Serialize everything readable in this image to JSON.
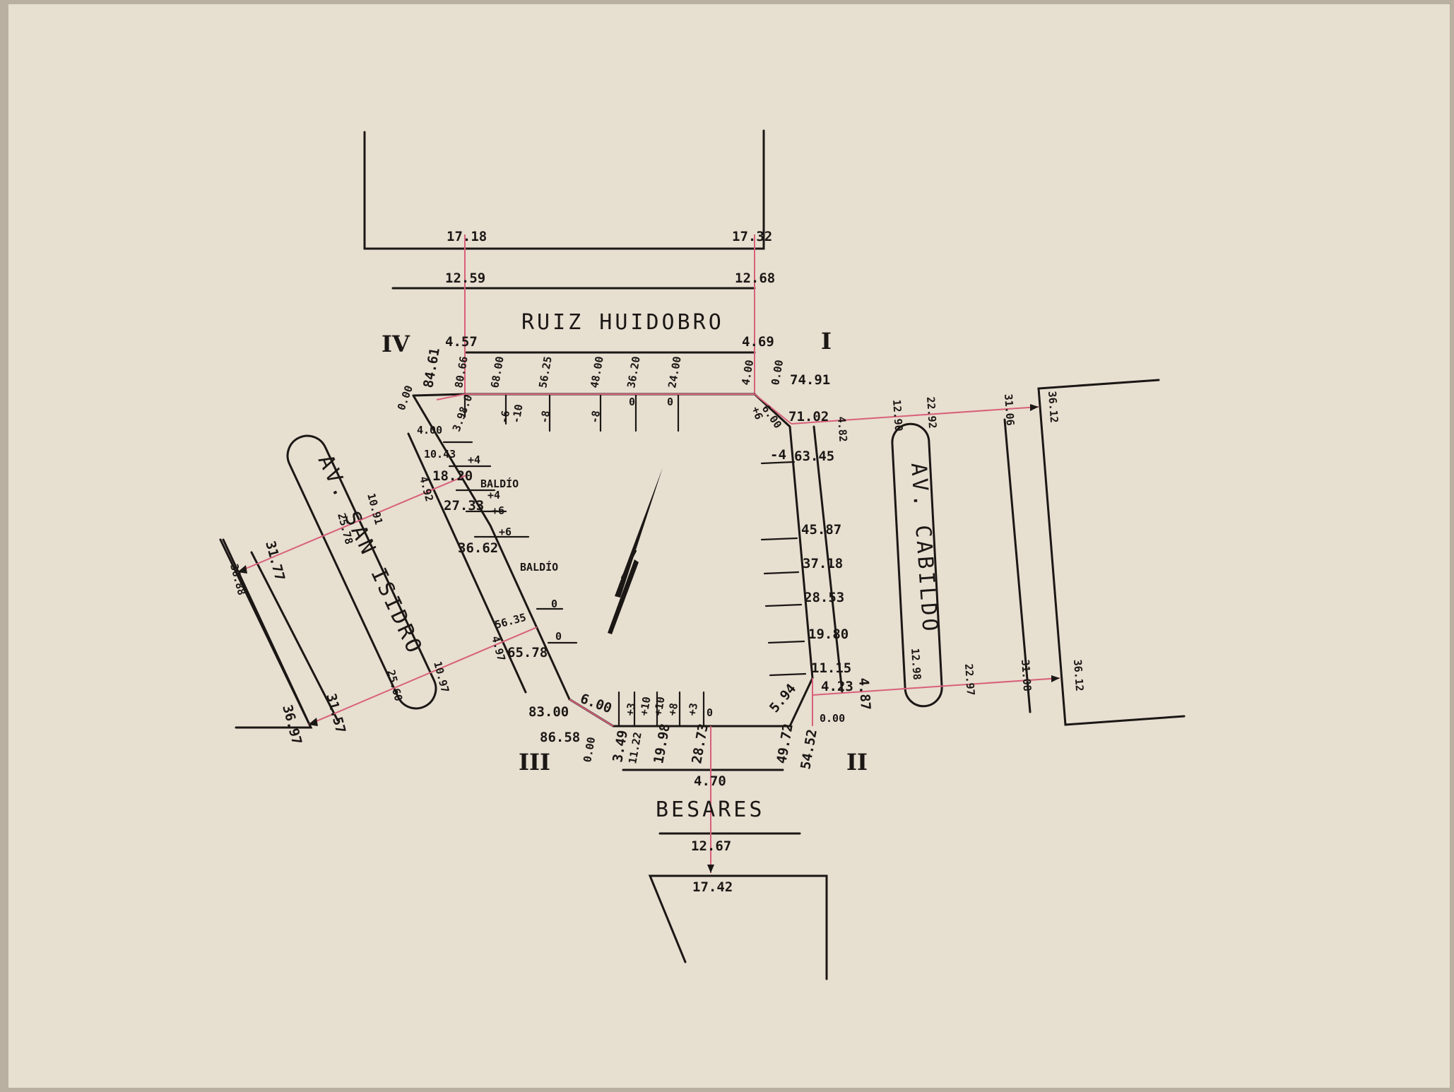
{
  "colors": {
    "paper": "#e7dfd0",
    "border": "#b9b0a2",
    "ink": "#1b1715",
    "survey_line": "#d8607a"
  },
  "streets": {
    "north": "RUIZ HUIDOBRO",
    "south": "BESARES",
    "west": "AV. SAN ISIDRO",
    "east": "AV. CABILDO"
  },
  "quadrants": {
    "q1": "I",
    "q2": "II",
    "q3": "III",
    "q4": "IV"
  },
  "lots": {
    "baldio_1": "BALDÍO",
    "baldio_2": "BALDÍO"
  },
  "north_arrow": "north-arrow-icon",
  "levels": {
    "north": {
      "n_17_18": "17.18",
      "n_17_32": "17.32",
      "n_12_59": "12.59",
      "n_12_68": "12.68",
      "n_4_57": "4.57",
      "n_4_69": "4.69"
    },
    "north_edge": {
      "a": "0.00",
      "b": "84.61",
      "c": "80.66",
      "d": "68.00",
      "e": "56.25",
      "f": "48.00",
      "g": "36.20",
      "h": "24.00",
      "i": "4.00",
      "j": "0.00",
      "k": "74.91"
    },
    "north_offsets": {
      "a": "-6",
      "b": "-10",
      "c": "-8",
      "d": "-8",
      "e": "0",
      "f": "0",
      "g": "+6",
      "h": "6.00",
      "i": "3.98.0"
    },
    "east_edge": {
      "a": "71.02",
      "b": "63.45",
      "c": "45.87",
      "d": "37.18",
      "e": "28.53",
      "f": "19.80",
      "g": "11.15",
      "h": "4.23",
      "i": "0.00",
      "j": "5.94",
      "k": "-4"
    },
    "east_profile": {
      "a": "4.82",
      "b": "4.87",
      "c": "12.90",
      "d": "22.92",
      "e": "31.06",
      "f": "36.12",
      "g": "12.98",
      "h": "22.97",
      "i": "31.08",
      "j": "36.12"
    },
    "south_edge": {
      "a": "0.00",
      "b": "3.49",
      "c": "11.22",
      "d": "19.98",
      "e": "28.73",
      "f": "49.72",
      "g": "54.52",
      "h": "86.58",
      "i": "83.00",
      "j": "6.00"
    },
    "south_offsets": {
      "a": "+3",
      "b": "+10",
      "c": "+10",
      "d": "+8",
      "e": "+3",
      "f": "0"
    },
    "south": {
      "s_4_70": "4.70",
      "s_12_67": "12.67",
      "s_17_42": "17.42"
    },
    "west_edge": {
      "a": "4.00",
      "b": "10.43",
      "c": "18.20",
      "d": "27.33",
      "e": "36.62",
      "f": "56.35",
      "g": "65.78"
    },
    "west_offsets": {
      "a": "+4",
      "b": "+4",
      "c": "+6",
      "d": "+6",
      "e": "0",
      "f": "0"
    },
    "west_profile": {
      "a": "4.92",
      "b": "10.91",
      "c": "25.78",
      "d": "31.77",
      "e": "36.88",
      "f": "4.97",
      "g": "10.97",
      "h": "25.60",
      "i": "31.57",
      "j": "36.97"
    }
  }
}
